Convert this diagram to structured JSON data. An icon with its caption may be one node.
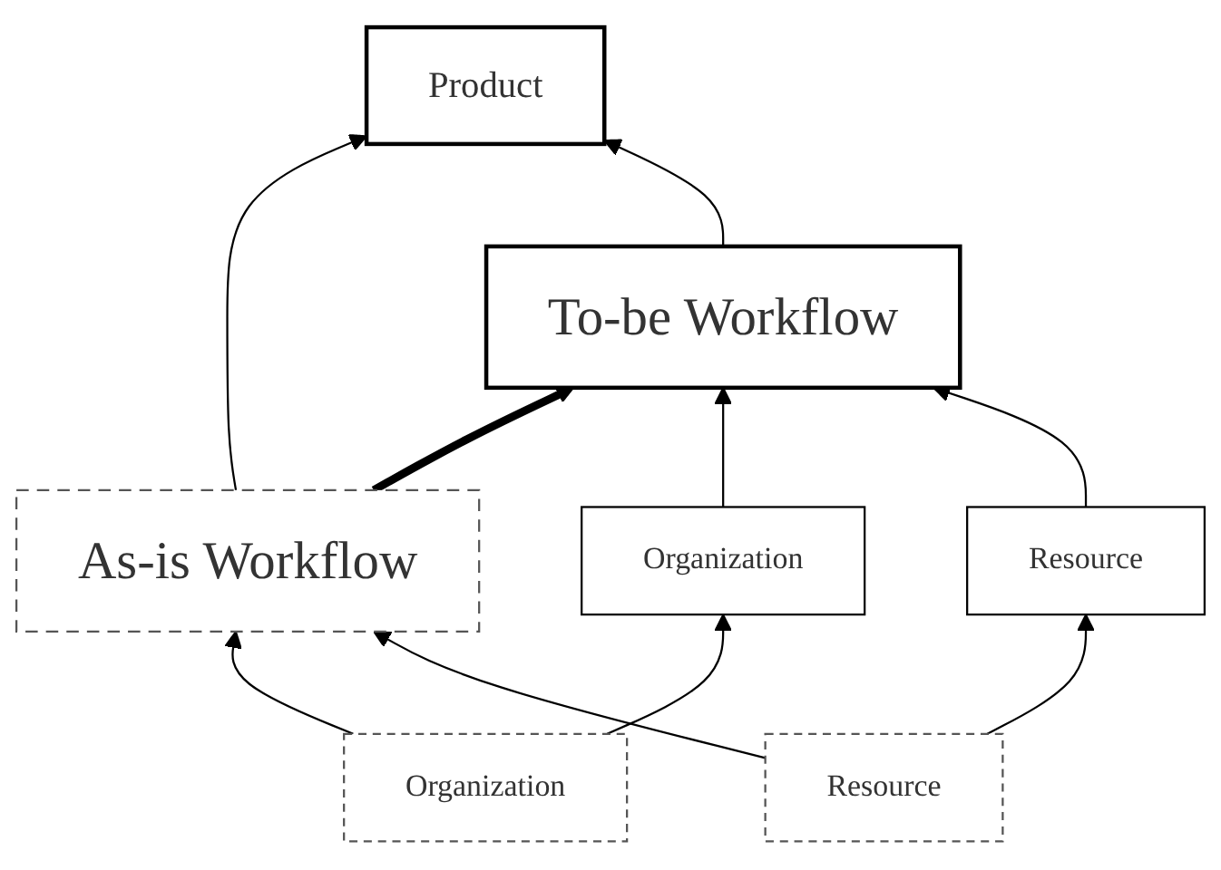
{
  "diagram": {
    "nodes": [
      {
        "text": [
          "Product"
        ]
      },
      {
        "text": [
          "As-is Workflow"
        ]
      },
      {
        "text": [
          "To-be Workflow"
        ]
      },
      {
        "text": [
          "Organization"
        ]
      },
      {
        "text": [
          "Resource"
        ]
      },
      {
        "text": [
          "Organization"
        ]
      },
      {
        "text": [
          "Resource"
        ]
      }
    ],
    "edges": [
      {
        "from": 1,
        "to": 0,
        "arrow": "to"
      },
      {
        "from": 2,
        "to": 0,
        "arrow": "to"
      },
      {
        "from": 1,
        "to": 2,
        "arrow": "to",
        "style": "thick"
      },
      {
        "from": 3,
        "to": 1,
        "arrow": "to"
      },
      {
        "from": 4,
        "to": 1,
        "arrow": "to"
      },
      {
        "from": 5,
        "to": 2,
        "arrow": "to"
      },
      {
        "from": 6,
        "to": 2,
        "arrow": "to"
      },
      {
        "from": 4,
        "to": 6,
        "arrow": "to"
      },
      {
        "from": 3,
        "to": 5,
        "arrow": "to"
      }
    ]
  }
}
